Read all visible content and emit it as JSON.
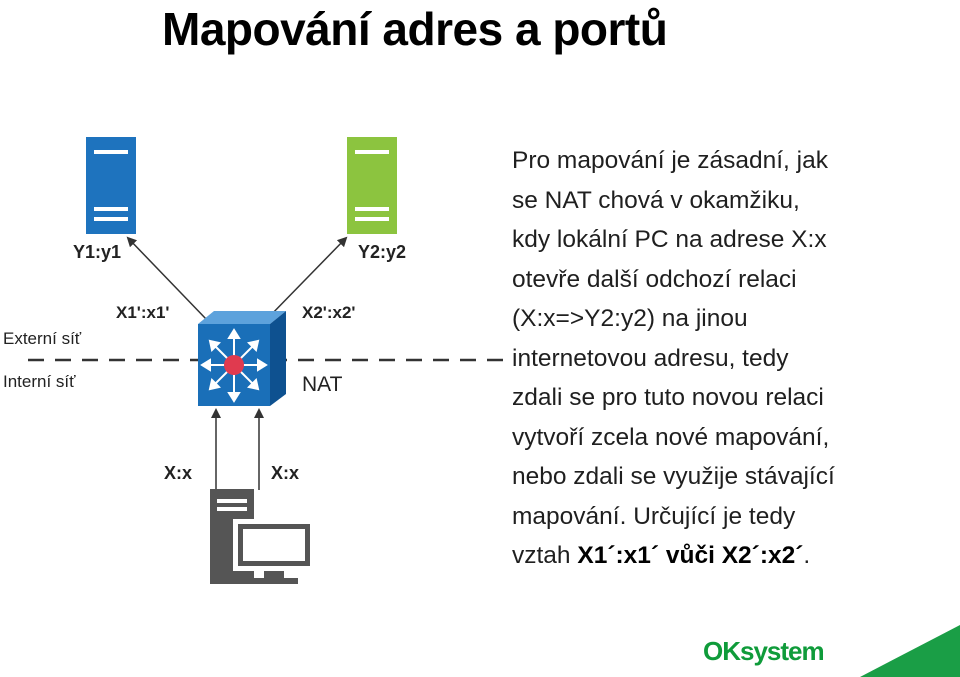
{
  "title": "Mapování adres a portů",
  "diagram": {
    "server_left_label": "Y1:y1",
    "server_right_label": "Y2:y2",
    "mapping_left_label": "X1':x1'",
    "mapping_right_label": "X2':x2'",
    "external_label": "Externí síť",
    "internal_label": "Interní síť",
    "nat_label": "NAT",
    "client_left_label": "X:x",
    "client_right_label": "X:x",
    "colors": {
      "server_left": "#1e73be",
      "server_right": "#8cc43f",
      "switch": "#1a6fb8",
      "client": "#555555",
      "router_center": "#e03a4f"
    }
  },
  "description": {
    "lines": [
      "Pro mapování je zásadní, jak",
      "se NAT chová v okamžiku,",
      "kdy lokální PC na adrese X:x",
      "otevře další odchozí relaci",
      "(X:x=>Y2:y2) na jinou",
      "internetovou adresu, tedy",
      "zdali se pro tuto novou relaci",
      "vytvoří zcela nové mapování,",
      "nebo zdali se využije stávající",
      "mapování. Určující je tedy"
    ],
    "last_prefix": "vztah ",
    "last_bold_1": "X1´:x1´ vůči X2´:x2´",
    "last_suffix": "."
  },
  "logo": {
    "text": "OKsystem"
  }
}
